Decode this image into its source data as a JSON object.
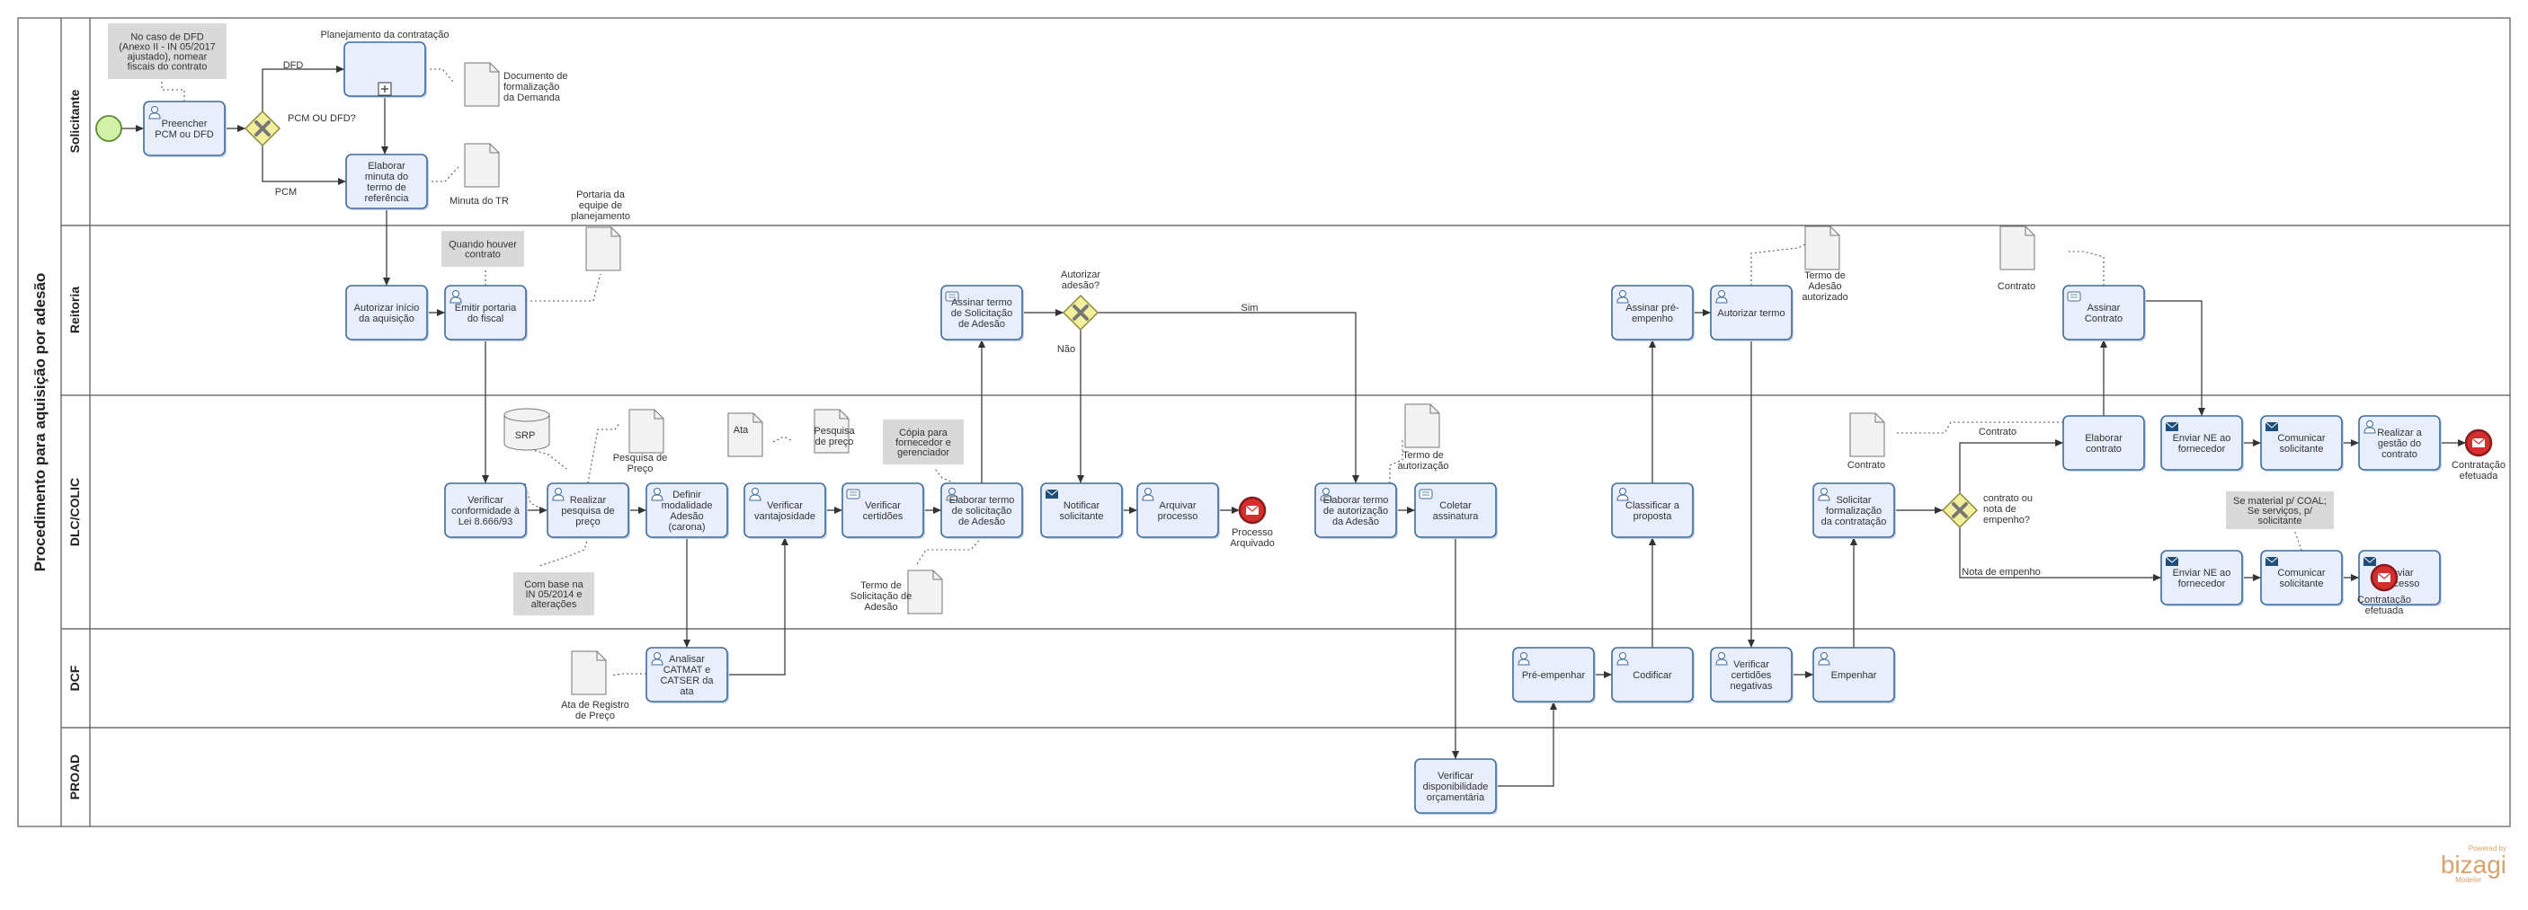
{
  "pool": "Procedimento para aquisição por adesão",
  "lanes": [
    "Solicitante",
    "Reitoria",
    "DLC/COLIC",
    "DCF",
    "PROAD"
  ],
  "tasks": {
    "preencher": [
      "Preencher",
      "PCM ou DFD"
    ],
    "planejamento": [],
    "elaborar_minuta": [
      "Elaborar",
      "minuta do",
      "termo de",
      "referência"
    ],
    "autorizar_inicio": [
      "Autorizar início",
      "da aquisição"
    ],
    "emitir_portaria": [
      "Emitir portaria",
      "do fiscal"
    ],
    "assinar_termo_sol": [
      "Assinar termo",
      "de Solicitação",
      "de Adesão"
    ],
    "verificar_conf": [
      "Verificar",
      "conformidade à",
      "Lei 8.666/93"
    ],
    "realizar_pesquisa": [
      "Realizar",
      "pesquisa de",
      "preço"
    ],
    "definir_modalidade": [
      "Definir",
      "modalidade",
      "Adesão",
      "(carona)"
    ],
    "verificar_vantaj": [
      "Verificar",
      "vantajosidade"
    ],
    "verificar_cert": [
      "Verificar",
      "certidões"
    ],
    "elaborar_termo_sol": [
      "Elaborar termo",
      "de solicitação",
      "de Adesão"
    ],
    "notificar": [
      "Notificar",
      "solicitante"
    ],
    "arquivar": [
      "Arquivar",
      "processo"
    ],
    "analisar_catmat": [
      "Analisar",
      "CATMAT e",
      "CATSER da",
      "ata"
    ],
    "elaborar_termo_aut": [
      "Elaborar termo",
      "de autorização",
      "da Adesão"
    ],
    "coletar": [
      "Coletar",
      "assinatura"
    ],
    "verificar_disp": [
      "Verificar",
      "disponibilidade",
      "orçamentária"
    ],
    "pre_empenhar": [
      "Pré-empenhar"
    ],
    "codificar": [
      "Codificar"
    ],
    "classificar": [
      "Classificar a",
      "proposta"
    ],
    "assinar_pre": [
      "Assinar pré-",
      "empenho"
    ],
    "autorizar_termo": [
      "Autorizar termo"
    ],
    "verificar_cert_neg": [
      "Verificar",
      "certidões",
      "negativas"
    ],
    "empenhar": [
      "Empenhar"
    ],
    "solicitar_form": [
      "Solicitar",
      "formalização",
      "da contratação"
    ],
    "elaborar_contrato": [
      "Elaborar",
      "contrato"
    ],
    "assinar_contrato": [
      "Assinar",
      "Contrato"
    ],
    "enviar_ne1": [
      "Enviar NE ao",
      "fornecedor"
    ],
    "comunicar1": [
      "Comunicar",
      "solicitante"
    ],
    "realizar_gestao": [
      "Realizar a",
      "gestão do",
      "contrato"
    ],
    "enviar_ne2": [
      "Enviar NE ao",
      "fornecedor"
    ],
    "comunicar2": [
      "Comunicar",
      "solicitante"
    ],
    "enviar_proc": [
      "Enviar",
      "processo"
    ]
  },
  "gateways": {
    "pcm_dfd": [
      "PCM OU DFD?"
    ],
    "autorizar_adesao": [
      "Autorizar",
      "adesão?"
    ],
    "contrato_nota": [
      "contrato ou",
      "nota de",
      "empenho?"
    ]
  },
  "end_events": {
    "arquivado": [
      "Processo",
      "Arquivado"
    ],
    "efetuada1": [
      "Contratação",
      "efetuada"
    ],
    "efetuada2": [
      "Contratação",
      "efetuada"
    ]
  },
  "flow_labels": {
    "dfd": [
      "DFD"
    ],
    "pcm": [
      "PCM"
    ],
    "nao": [
      "Não"
    ],
    "sim": [
      "Sim"
    ],
    "contrato": [
      "Contrato"
    ],
    "nota": [
      "Nota de empenho"
    ]
  },
  "annotations": {
    "dfd_note": [
      "No caso de DFD",
      "(Anexo II - IN 05/2017",
      "ajustado), nomear",
      "fiscais do contrato"
    ],
    "quando": [
      "Quando houver",
      "contrato"
    ],
    "copia": [
      "Cópia para",
      "fornecedor e",
      "gerenciador"
    ],
    "com_base": [
      "Com base na",
      "IN 05/2014 e",
      "alterações"
    ],
    "se_material": [
      "Se material p/ COAL;",
      "Se serviços, p/",
      "solicitante"
    ]
  },
  "artifacts": {
    "doc_formalizacao": [
      "Documento de",
      "formalização",
      "da Demanda"
    ],
    "minuta_tr": [
      "Minuta do TR"
    ],
    "portaria_equipe": [
      "Portaria da",
      "equipe de",
      "planejamento"
    ],
    "srp": [
      "SRP"
    ],
    "pesquisa_preco1": [
      "Pesquisa de",
      "Preço"
    ],
    "ata": [
      "Ata"
    ],
    "pesquisa_preco2": [
      "Pesquisa",
      "de preço"
    ],
    "termo_sol_adesao": [
      "Termo de",
      "Solicitação de",
      "Adesão"
    ],
    "ata_registro": [
      "Ata de Registro",
      "de Preço"
    ],
    "termo_autorizacao": [
      "Termo de",
      "autorização"
    ],
    "termo_adesao_aut": [
      "Termo de",
      "Adesão",
      "autorizado"
    ],
    "contrato_a": [
      "Contrato"
    ],
    "contrato_b": [
      "Contrato"
    ]
  },
  "subprocess_label": [
    "Planejamento da contratação"
  ],
  "brand": {
    "powered": "Powered by",
    "name": "bizagi",
    "product": "Modeler"
  },
  "colors": {
    "task_fill": "#e8eefc",
    "task_stroke": "#3d6c9e",
    "gateway": "#f2ef9c",
    "start": "#d2f0a8",
    "end": "#d32f2f",
    "annotation": "#d9d9d9"
  }
}
